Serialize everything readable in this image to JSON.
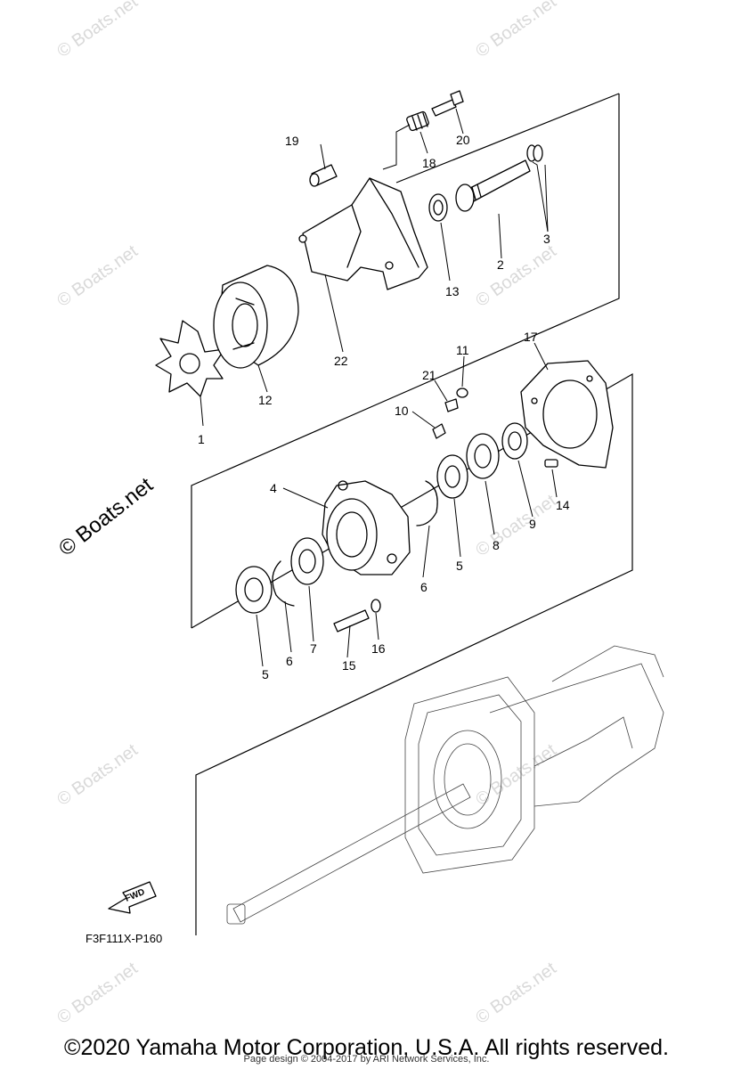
{
  "callouts": [
    "1",
    "2",
    "3",
    "4",
    "5",
    "5",
    "6",
    "6",
    "7",
    "8",
    "9",
    "10",
    "11",
    "12",
    "13",
    "14",
    "15",
    "16",
    "17",
    "18",
    "19",
    "20",
    "21",
    "22"
  ],
  "diagram_code": "F3F111X-P160",
  "fwd_label": "FWD",
  "watermark": "© Boats.net",
  "copyright": "©2020 Yamaha Motor Corporation, U.S.A. All rights reserved.",
  "page_design": "Page design © 2004-2017 by ARI Network Services, Inc."
}
